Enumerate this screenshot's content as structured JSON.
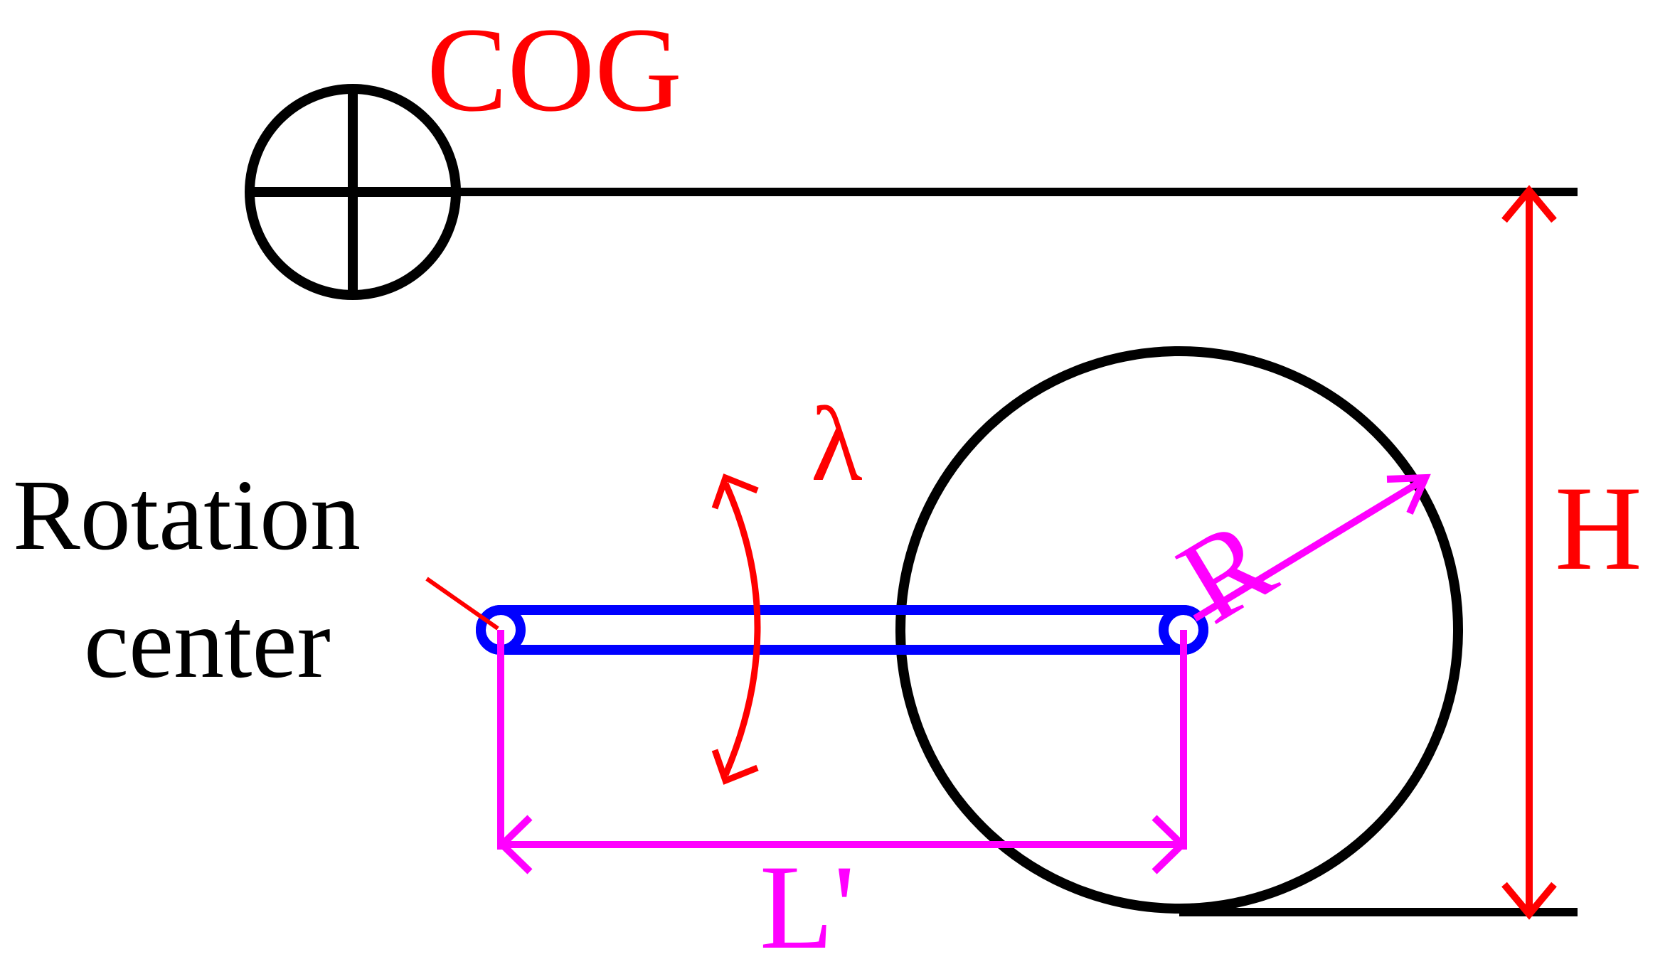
{
  "labels": {
    "cog": "COG",
    "height": "H",
    "lambda": "λ",
    "radius": "R",
    "rotation_line1": "Rotation",
    "rotation_line2": "center",
    "length": "L'"
  },
  "colors": {
    "black": "#000000",
    "red": "#ff0000",
    "magenta": "#ff00ff",
    "blue": "#0000ff"
  }
}
